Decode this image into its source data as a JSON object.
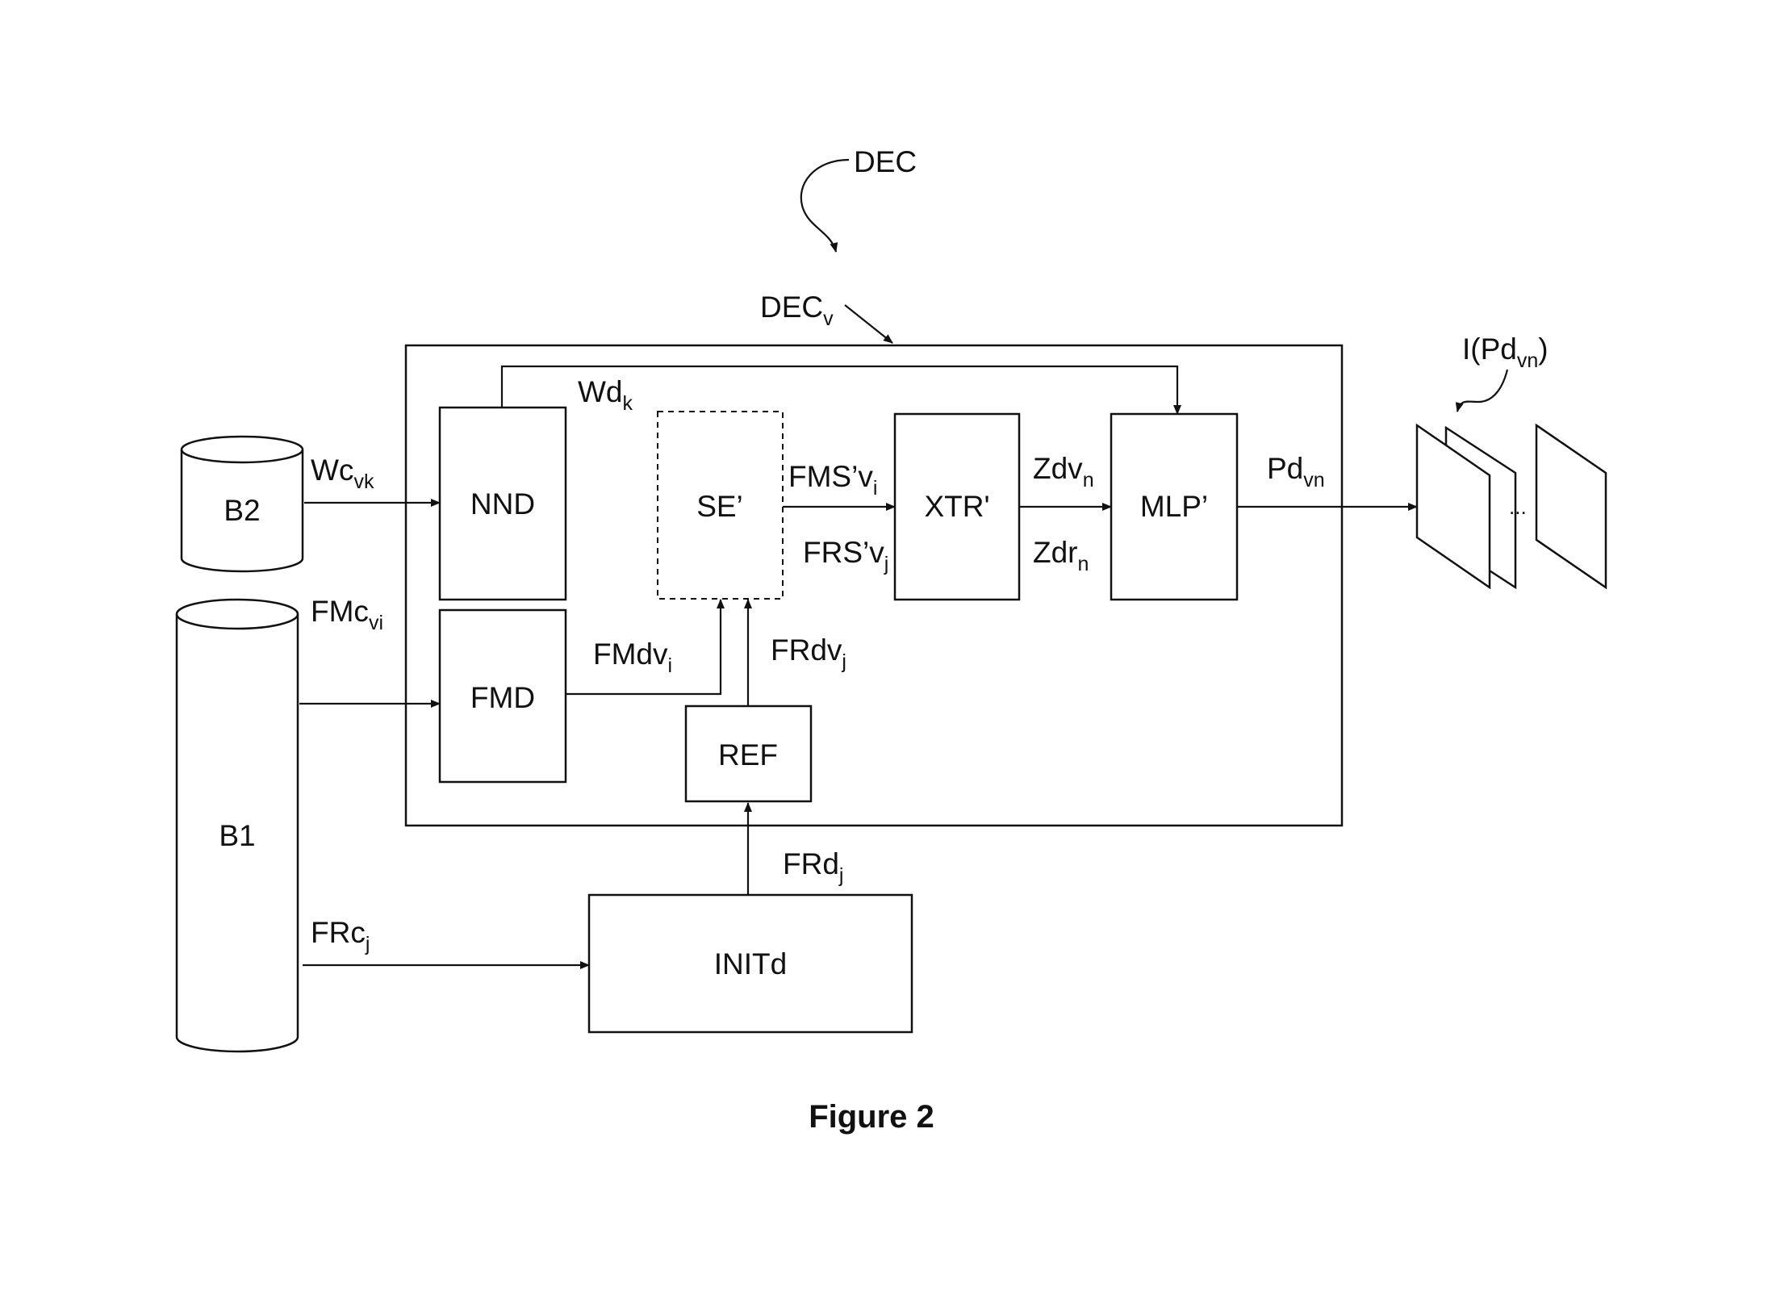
{
  "diagram": {
    "decoder": {
      "label": "DEC"
    },
    "decoder_instance": {
      "base": "DEC",
      "sub": "v"
    },
    "blocks": {
      "nnd": "NND",
      "se": "SE’",
      "xtr": "XTR'",
      "mlp": "MLP’",
      "fmd": "FMD",
      "ref": "REF",
      "initd": "INITd"
    },
    "databases": {
      "b1": "B1",
      "b2": "B2"
    },
    "signals": {
      "wd": {
        "base": "Wd",
        "sub": "k"
      },
      "wc": {
        "base": "Wc",
        "sub": "vk"
      },
      "fmc": {
        "base": "FMc",
        "sub": "vi"
      },
      "frc": {
        "base": "FRc",
        "sub": "j"
      },
      "fms": {
        "base": "FMS’v",
        "sub": "i"
      },
      "frs": {
        "base": "FRS’v",
        "sub": "j"
      },
      "zdv": {
        "base": "Zdv",
        "sub": "n"
      },
      "zdr": {
        "base": "Zdr",
        "sub": "n"
      },
      "pd": {
        "base": "Pd",
        "sub": "vn"
      },
      "fmdv": {
        "base": "FMdv",
        "sub": "i"
      },
      "frdv": {
        "base": "FRdv",
        "sub": "j"
      },
      "frd": {
        "base": "FRd",
        "sub": "j"
      }
    },
    "output_images": {
      "prefix": "I(Pd",
      "sub": "vn",
      "suffix": ")",
      "ellipsis": "..."
    }
  },
  "caption": "Figure 2"
}
